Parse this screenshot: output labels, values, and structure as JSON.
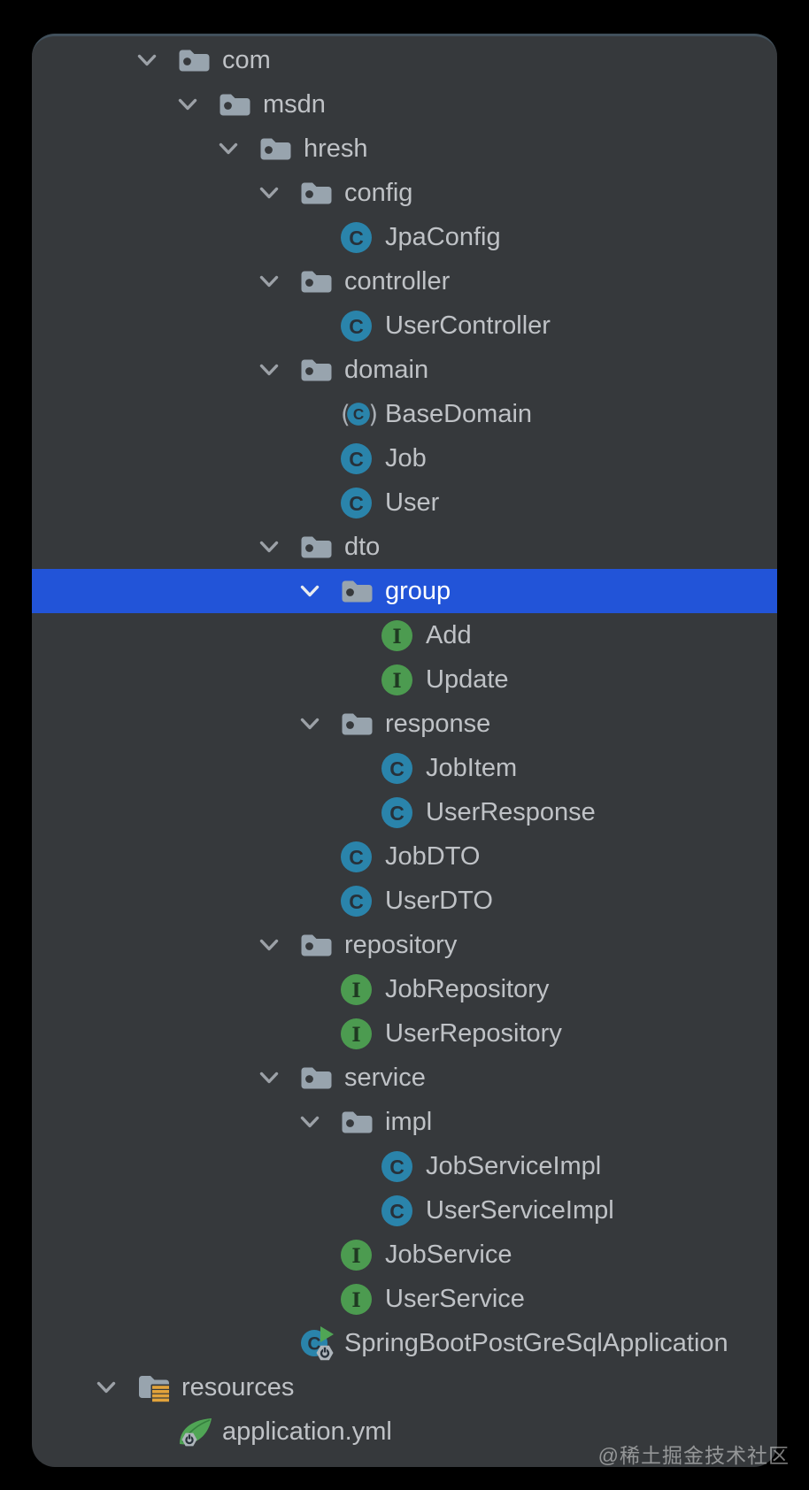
{
  "window": {
    "type": "ide-project-tree",
    "selected_item": "group"
  },
  "colors": {
    "panel_bg": "#36393C",
    "selection": "#2254D8",
    "text": "#BFC2C6",
    "chevron": "#9CA1A7",
    "folder": "#98A4AE",
    "class_bg": "#2A84AB",
    "iface_bg": "#4C9B50",
    "glyph_dark": "#27313A",
    "iface_glyph": "#1F3A22",
    "paren": "#A9AEB4",
    "spring_green": "#50A555",
    "badge_yellow": "#E2A33B",
    "gear_gray": "#AEB5BB"
  },
  "tree": {
    "rows": [
      {
        "label": "com",
        "level": 1,
        "icon": "folder",
        "expanded": true,
        "selected": false
      },
      {
        "label": "msdn",
        "level": 2,
        "icon": "folder",
        "expanded": true,
        "selected": false
      },
      {
        "label": "hresh",
        "level": 3,
        "icon": "folder",
        "expanded": true,
        "selected": false
      },
      {
        "label": "config",
        "level": 4,
        "icon": "folder",
        "expanded": true,
        "selected": false
      },
      {
        "label": "JpaConfig",
        "level": 5,
        "icon": "class",
        "expanded": false,
        "selected": false
      },
      {
        "label": "controller",
        "level": 4,
        "icon": "folder",
        "expanded": true,
        "selected": false
      },
      {
        "label": "UserController",
        "level": 5,
        "icon": "class",
        "expanded": false,
        "selected": false
      },
      {
        "label": "domain",
        "level": 4,
        "icon": "folder",
        "expanded": true,
        "selected": false
      },
      {
        "label": "BaseDomain",
        "level": 5,
        "icon": "abstract-class",
        "expanded": false,
        "selected": false
      },
      {
        "label": "Job",
        "level": 5,
        "icon": "class",
        "expanded": false,
        "selected": false
      },
      {
        "label": "User",
        "level": 5,
        "icon": "class",
        "expanded": false,
        "selected": false
      },
      {
        "label": "dto",
        "level": 4,
        "icon": "folder",
        "expanded": true,
        "selected": false
      },
      {
        "label": "group",
        "level": 5,
        "icon": "folder",
        "expanded": true,
        "selected": true
      },
      {
        "label": "Add",
        "level": 6,
        "icon": "interface",
        "expanded": false,
        "selected": false
      },
      {
        "label": "Update",
        "level": 6,
        "icon": "interface",
        "expanded": false,
        "selected": false
      },
      {
        "label": "response",
        "level": 5,
        "icon": "folder",
        "expanded": true,
        "selected": false
      },
      {
        "label": "JobItem",
        "level": 6,
        "icon": "class",
        "expanded": false,
        "selected": false
      },
      {
        "label": "UserResponse",
        "level": 6,
        "icon": "class",
        "expanded": false,
        "selected": false
      },
      {
        "label": "JobDTO",
        "level": 5,
        "icon": "class",
        "expanded": false,
        "selected": false
      },
      {
        "label": "UserDTO",
        "level": 5,
        "icon": "class",
        "expanded": false,
        "selected": false
      },
      {
        "label": "repository",
        "level": 4,
        "icon": "folder",
        "expanded": true,
        "selected": false
      },
      {
        "label": "JobRepository",
        "level": 5,
        "icon": "interface",
        "expanded": false,
        "selected": false
      },
      {
        "label": "UserRepository",
        "level": 5,
        "icon": "interface",
        "expanded": false,
        "selected": false
      },
      {
        "label": "service",
        "level": 4,
        "icon": "folder",
        "expanded": true,
        "selected": false
      },
      {
        "label": "impl",
        "level": 5,
        "icon": "folder",
        "expanded": true,
        "selected": false
      },
      {
        "label": "JobServiceImpl",
        "level": 6,
        "icon": "class",
        "expanded": false,
        "selected": false
      },
      {
        "label": "UserServiceImpl",
        "level": 6,
        "icon": "class",
        "expanded": false,
        "selected": false
      },
      {
        "label": "JobService",
        "level": 5,
        "icon": "interface",
        "expanded": false,
        "selected": false
      },
      {
        "label": "UserService",
        "level": 5,
        "icon": "interface",
        "expanded": false,
        "selected": false
      },
      {
        "label": "SpringBootPostGreSqlApplication",
        "level": 4,
        "icon": "spring-boot-run",
        "expanded": false,
        "selected": false
      },
      {
        "label": "resources",
        "level": 0,
        "icon": "resources-folder",
        "expanded": true,
        "selected": false
      },
      {
        "label": "application.yml",
        "level": 1,
        "icon": "spring-config",
        "expanded": false,
        "selected": false
      }
    ]
  },
  "watermark": {
    "text": "@稀土掘金技术社区"
  }
}
